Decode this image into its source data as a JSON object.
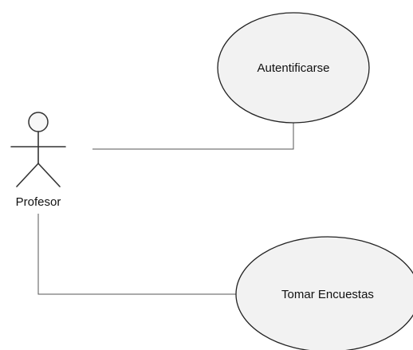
{
  "actors": {
    "profesor": {
      "label": "Profesor"
    }
  },
  "use_cases": {
    "autentificarse": {
      "label": "Autentificarse"
    },
    "tomar_encuestas": {
      "label": "Tomar Encuestas"
    }
  },
  "colors": {
    "usecase_fill": "#f2f2f2",
    "line": "#555555",
    "text": "#111111"
  }
}
